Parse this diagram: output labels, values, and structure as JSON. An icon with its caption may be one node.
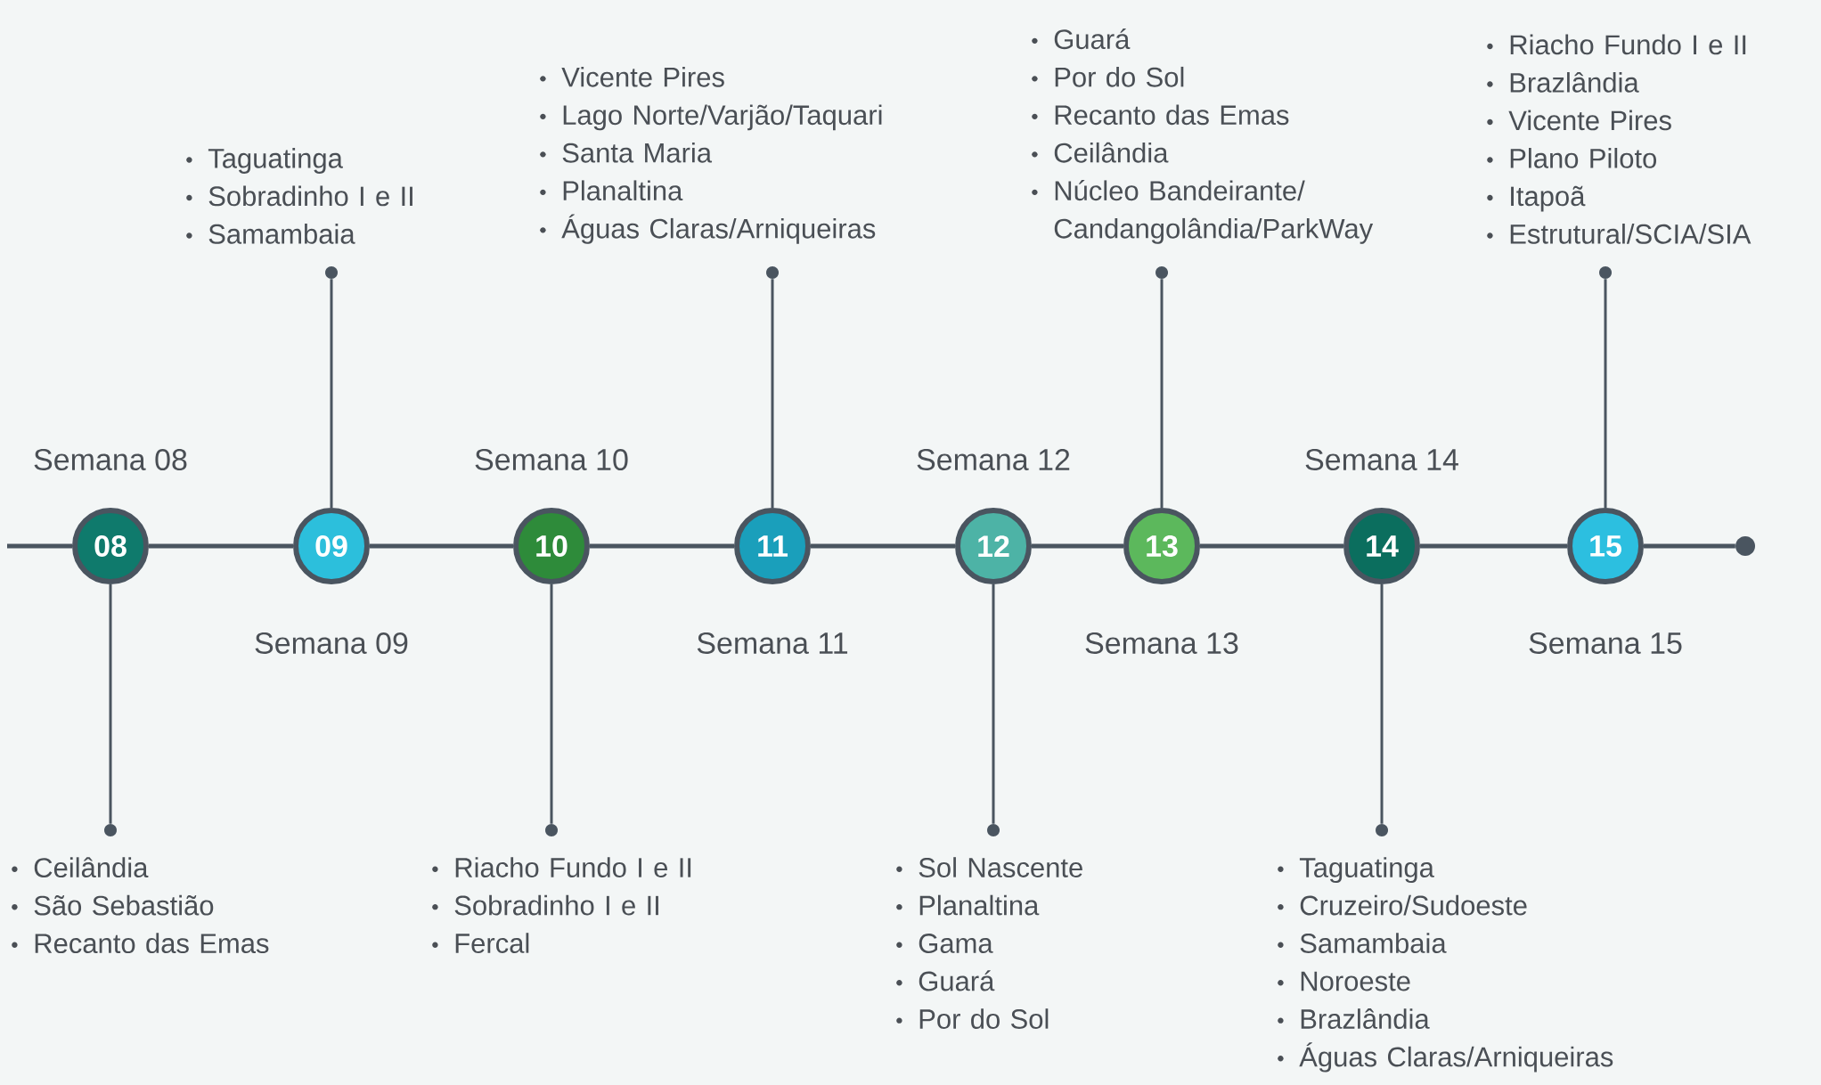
{
  "diagram": {
    "nodes": [
      {
        "text": [
          "08"
        ],
        "beside": [
          "Semana 08"
        ]
      },
      {
        "text": [
          "Ceilândia",
          "São Sebastião",
          "Recanto das Emas"
        ]
      },
      {
        "text": [
          "09"
        ],
        "beside": [
          "Semana 09"
        ]
      },
      {
        "text": [
          "Taguatinga",
          "Sobradinho I e II",
          "Samambaia"
        ]
      },
      {
        "text": [
          "10"
        ],
        "beside": [
          "Semana 10"
        ]
      },
      {
        "text": [
          "Riacho Fundo I e II",
          "Sobradinho I e II",
          "Fercal"
        ]
      },
      {
        "text": [
          "11"
        ],
        "beside": [
          "Semana 11"
        ]
      },
      {
        "text": [
          "Vicente Pires",
          "Lago Norte/Varjão/Taquari",
          "Santa Maria",
          "Planaltina",
          "Águas Claras/Arniqueiras"
        ]
      },
      {
        "text": [
          "12"
        ],
        "beside": [
          "Semana 12"
        ]
      },
      {
        "text": [
          "Sol Nascente",
          "Planaltina",
          "Gama",
          "Guará",
          "Por do Sol"
        ]
      },
      {
        "text": [
          "13"
        ],
        "beside": [
          "Semana 13"
        ]
      },
      {
        "text": [
          "Guará",
          "Por do Sol",
          "Recanto das Emas",
          "Ceilândia",
          "Núcleo Bandeirante/ Candangolândia/ParkWay"
        ]
      },
      {
        "text": [
          "14"
        ],
        "beside": [
          "Semana 14"
        ]
      },
      {
        "text": [
          "Taguatinga",
          "Cruzeiro/Sudoeste",
          "Samambaia",
          "Noroeste",
          "Brazlândia",
          "Águas Claras/Arniqueiras"
        ]
      },
      {
        "text": [
          "15"
        ],
        "beside": [
          "Semana 15"
        ]
      },
      {
        "text": [
          "Riacho Fundo I e II",
          "Brazlândia",
          "Vicente Pires",
          "Plano Piloto",
          "Itapoã",
          "Estrutural/SCIA/SIA"
        ]
      },
      {
        "text": [],
        "shape": "circle"
      },
      {
        "text": [],
        "shape": "circle"
      },
      {
        "text": [],
        "shape": "circle"
      },
      {
        "text": [],
        "shape": "circle"
      },
      {
        "text": [],
        "shape": "circle"
      },
      {
        "text": [],
        "shape": "circle"
      },
      {
        "text": [],
        "shape": "circle"
      },
      {
        "text": [],
        "shape": "circle"
      },
      {
        "text": [],
        "shape": "circle"
      }
    ],
    "edges": [
      {
        "from": null,
        "to": 0,
        "arrow": "none"
      },
      {
        "from": 0,
        "to": 2,
        "arrow": "none"
      },
      {
        "from": 2,
        "to": 4,
        "arrow": "none"
      },
      {
        "from": 4,
        "to": 6,
        "arrow": "none"
      },
      {
        "from": 6,
        "to": 8,
        "arrow": "none"
      },
      {
        "from": 8,
        "to": 10,
        "arrow": "none"
      },
      {
        "from": 10,
        "to": 12,
        "arrow": "none"
      },
      {
        "from": 12,
        "to": 14,
        "arrow": "none"
      },
      {
        "from": 14,
        "to": 16,
        "arrow": "none"
      },
      {
        "from": 0,
        "to": 17,
        "arrow": "none"
      },
      {
        "from": 2,
        "to": 18,
        "arrow": "none"
      },
      {
        "from": 4,
        "to": 19,
        "arrow": "none"
      },
      {
        "from": 6,
        "to": 20,
        "arrow": "none"
      },
      {
        "from": 8,
        "to": 21,
        "arrow": "none"
      },
      {
        "from": 10,
        "to": 22,
        "arrow": "none"
      },
      {
        "from": 12,
        "to": 23,
        "arrow": "none"
      },
      {
        "from": 14,
        "to": 24,
        "arrow": "none"
      }
    ]
  }
}
